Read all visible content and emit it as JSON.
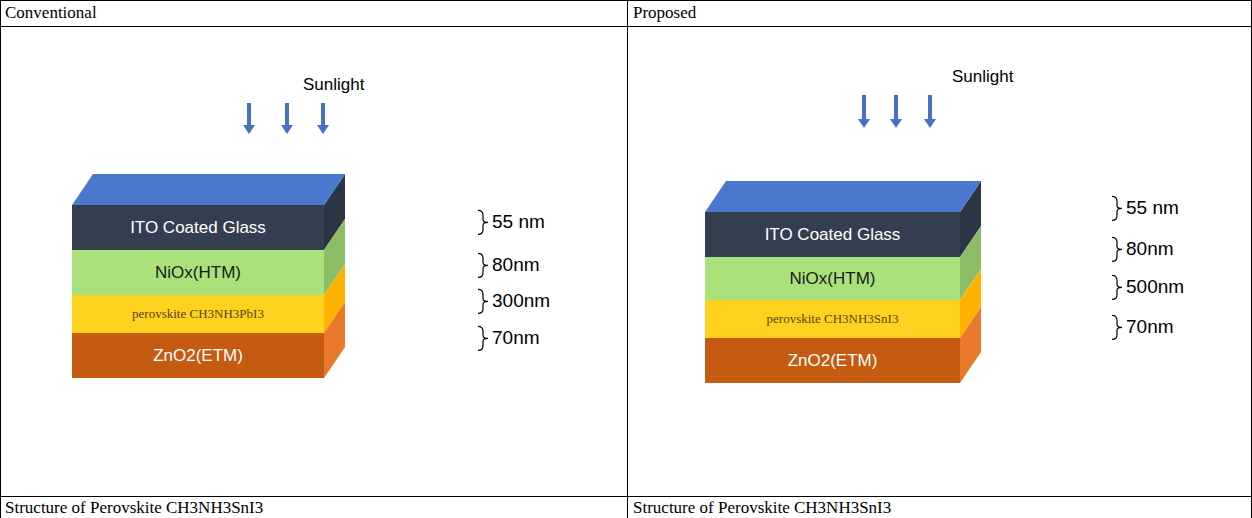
{
  "diagram": {
    "nodes": [
      {
        "text": [
          "ITO Coated Glass"
        ]
      },
      {
        "text": [
          "NiOx(HTM)"
        ]
      },
      {
        "text": [
          "perovskite CH3NH3PbI3"
        ]
      },
      {
        "text": [
          "ZnO2(ETM)"
        ]
      },
      {
        "text": [
          "ITO Coated Glass"
        ]
      },
      {
        "text": [
          "NiOx(HTM)"
        ]
      },
      {
        "text": [
          "perovskite CH3NH3SnI3"
        ]
      },
      {
        "text": [
          "ZnO2(ETM)"
        ]
      }
    ],
    "labels": [
      "Conventional",
      "Proposed",
      "Sunlight",
      "55 nm",
      "80nm",
      "300nm",
      "70nm",
      "Sunlight",
      "55 nm",
      "80nm",
      "500nm",
      "70nm",
      "Structure of Perovskite CH3NH3SnI3",
      "Structure of Perovskite CH3NH3SnI3"
    ]
  }
}
